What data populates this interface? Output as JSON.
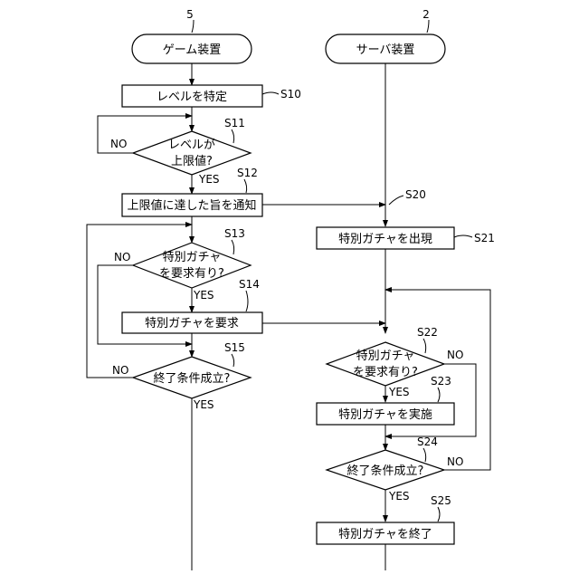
{
  "lanes": {
    "game": {
      "ref": "5",
      "title": "ゲーム装置"
    },
    "server": {
      "ref": "2",
      "title": "サーバ装置"
    }
  },
  "steps": {
    "s10": {
      "ref": "S10",
      "text": "レベルを特定"
    },
    "s11": {
      "ref": "S11",
      "line1": "レベルが",
      "line2": "上限値?"
    },
    "s12": {
      "ref": "S12",
      "text": "上限値に達した旨を通知"
    },
    "s13": {
      "ref": "S13",
      "line1": "特別ガチャ",
      "line2": "を要求有り?"
    },
    "s14": {
      "ref": "S14",
      "text": "特別ガチャを要求"
    },
    "s15": {
      "ref": "S15",
      "text": "終了条件成立?"
    },
    "s20": {
      "ref": "S20"
    },
    "s21": {
      "ref": "S21",
      "text": "特別ガチャを出現"
    },
    "s22": {
      "ref": "S22",
      "line1": "特別ガチャ",
      "line2": "を要求有り?"
    },
    "s23": {
      "ref": "S23",
      "text": "特別ガチャを実施"
    },
    "s24": {
      "ref": "S24",
      "text": "終了条件成立?"
    },
    "s25": {
      "ref": "S25",
      "text": "特別ガチャを終了"
    }
  },
  "labels": {
    "yes": "YES",
    "no": "NO"
  }
}
